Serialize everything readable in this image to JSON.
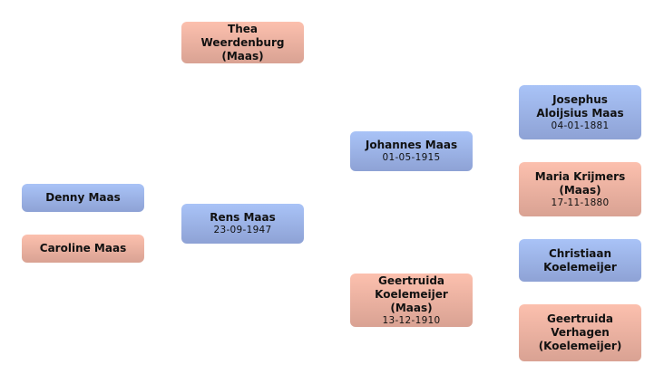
{
  "colors": {
    "male": "#9bb2e6",
    "female": "#eab1a1"
  },
  "people": {
    "thea": {
      "name": "Thea Weerdenburg (Maas)",
      "date": ""
    },
    "denny": {
      "name": "Denny Maas",
      "date": ""
    },
    "caroline": {
      "name": "Caroline Maas",
      "date": ""
    },
    "rens": {
      "name": "Rens Maas",
      "date": "23-09-1947"
    },
    "johannes": {
      "name": "Johannes Maas",
      "date": "01-05-1915"
    },
    "geertruida_k": {
      "name": "Geertruida Koelemeijer (Maas)",
      "date": "13-12-1910"
    },
    "josephus": {
      "name": "Josephus Aloijsius Maas",
      "date": "04-01-1881"
    },
    "maria": {
      "name": "Maria Krijmers (Maas)",
      "date": "17-11-1880"
    },
    "christiaan": {
      "name": "Christiaan Koelemeijer",
      "date": ""
    },
    "geertruida_v": {
      "name": "Geertruida Verhagen (Koelemeijer)",
      "date": ""
    }
  }
}
